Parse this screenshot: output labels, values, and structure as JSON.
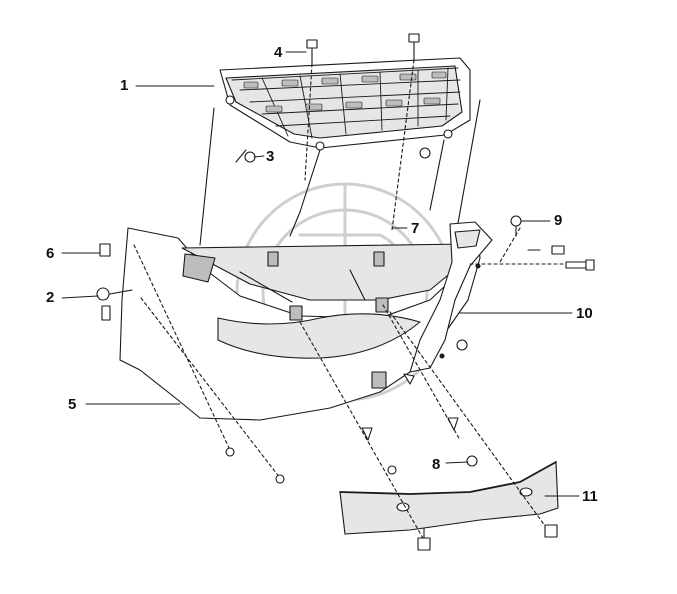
{
  "diagram": {
    "type": "exploded-parts-diagram",
    "callouts": [
      {
        "id": "c1",
        "label": "1"
      },
      {
        "id": "c2",
        "label": "2"
      },
      {
        "id": "c3",
        "label": "3"
      },
      {
        "id": "c4",
        "label": "4"
      },
      {
        "id": "c5",
        "label": "5"
      },
      {
        "id": "c6",
        "label": "6"
      },
      {
        "id": "c7",
        "label": "7"
      },
      {
        "id": "c8",
        "label": "8"
      },
      {
        "id": "c9",
        "label": "9"
      },
      {
        "id": "c10",
        "label": "10"
      },
      {
        "id": "c11",
        "label": "11"
      }
    ],
    "colors": {
      "line": "#1a1a1a",
      "part_fill": "#ffffff",
      "shade": "#e6e6e6",
      "dark_fill": "#bdbdbd",
      "watermark": "#cfcfcf"
    }
  }
}
